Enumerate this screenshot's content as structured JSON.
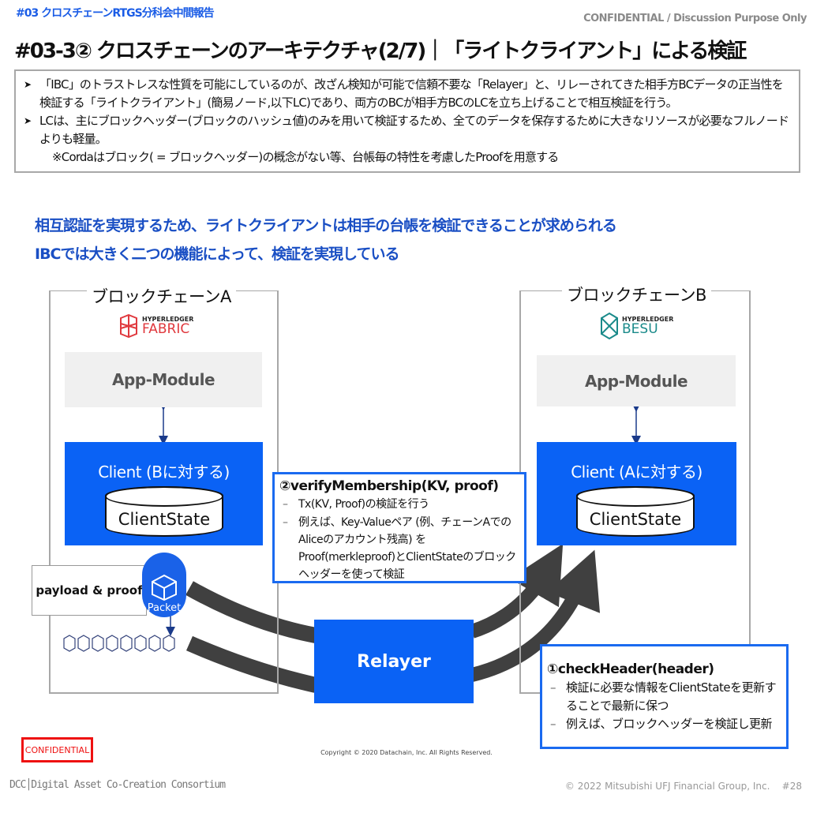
{
  "header": {
    "section_label": "#03  クロスチェーンRTGS分科会中間報告",
    "confidential_note": "CONFIDENTIAL / Discussion Purpose Only",
    "title": "#03-3② クロスチェーンのアーキテクチャ(2/7)｜「ライトクライアント」による検証"
  },
  "bullets": [
    {
      "text": "「IBC」のトラストレスな性質を可能にしているのが、改ざん検知が可能で信頼不要な「Relayer」と、リレーされてきた相手方BCデータの正当性を検証する「ライトクライアント」(簡易ノード,以下LC)であり、両方のBCが相手方BCのLCを立ち上げることで相互検証を行う。"
    },
    {
      "text": "LCは、主にブロックヘッダー(ブロックのハッシュ値)のみを用いて検証するため、全てのデータを保存するために大きなリソースが必要なフルノードよりも軽量。",
      "note": "※Cordaはブロック( = ブロックヘッダー)の概念がない等、台帳毎の特性を考慮したProofを用意する"
    }
  ],
  "lead": [
    "相互認証を実現するため、ライトクライアントは相手の台帳を検証できることが求められる",
    "IBCでは大きく二つの機能によって、検証を実現している"
  ],
  "chain_a": {
    "title": "ブロックチェーンA",
    "logo_top": "HYPERLEDGER",
    "logo_name": "FABRIC",
    "app_module": "App-Module",
    "client": "Client (Bに対する)",
    "client_state": "ClientState",
    "callout": "payload & proof",
    "packet": "Packet"
  },
  "chain_b": {
    "title": "ブロックチェーンB",
    "logo_top": "HYPERLEDGER",
    "logo_name": "BESU",
    "app_module": "App-Module",
    "client": "Client (Aに対する)",
    "client_state": "ClientState"
  },
  "verify": {
    "title": "②verifyMembership(KV, proof)",
    "items": [
      "Tx(KV, Proof)の検証を行う",
      "例えば、Key-Valueペア (例、チェーンAでのAliceのアカウント残高) をProof(merkleproof)とClientStateのブロックヘッダーを使って検証"
    ]
  },
  "relayer": "Relayer",
  "check": {
    "title": "①checkHeader(header)",
    "items": [
      "検証に必要な情報をClientStateを更新することで最新に保つ",
      "例えば、ブロックヘッダーを検証し更新"
    ]
  },
  "footer": {
    "stamp": "CONFIDENTIAL",
    "copyright": "Copyright © 2020 Datachain, Inc.  All Rights Reserved.",
    "dcc": "DCC│Digital Asset Co-Creation Consortium",
    "company": "© 2022 Mitsubishi UFJ Financial Group, Inc.",
    "page": "#28"
  },
  "colors": {
    "accent": "#0a62f5",
    "heading": "#1a4fc4",
    "fabric": "#e0393e",
    "besu": "#1a8a8a",
    "arrow": "#404040",
    "stamp": "#ee1111"
  }
}
